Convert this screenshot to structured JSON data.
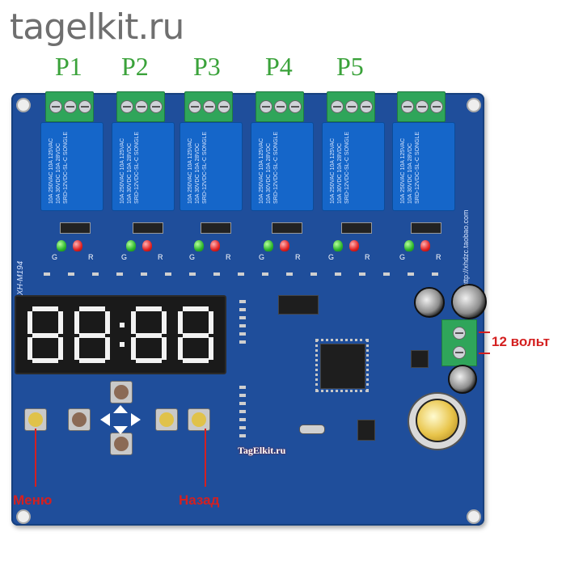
{
  "header": {
    "site_name": "tagelkit.ru"
  },
  "relay_labels": [
    "P1",
    "P2",
    "P3",
    "P4",
    "P5"
  ],
  "board": {
    "model": "XH-M194",
    "watermark": "TagElkit.ru",
    "side_text": "http://xhdzc.taobao.com",
    "relay_text": "10A 250VAC 10A 125VAC 10A 30VDC 10A 28VDC SRD-12VDC-SL-C SONGLE",
    "led_letters": {
      "green": "G",
      "red": "R"
    }
  },
  "annotations": {
    "power": "12 вольт",
    "menu": "Меню",
    "back": "Назад"
  },
  "colors": {
    "pcb": "#1f4e9b",
    "terminal": "#2fa55a",
    "relay": "#1566c9",
    "annotation": "#d42020",
    "relay_label": "#3aa23a"
  }
}
